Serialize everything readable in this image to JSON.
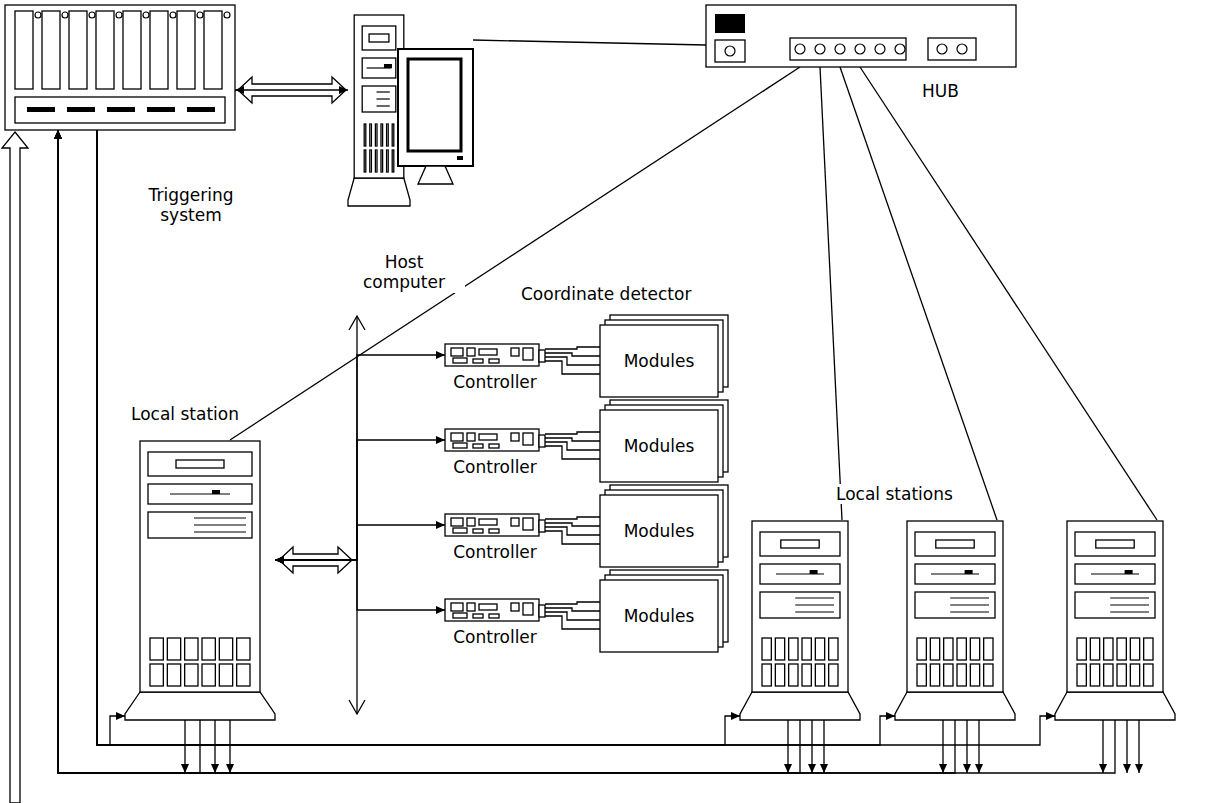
{
  "diagram": {
    "nodes": [
      {
        "text": [
          "Triggering system"
        ]
      },
      {
        "text": [
          "Host computer"
        ]
      },
      {
        "text": [
          "HUB"
        ]
      },
      {
        "text": [
          "Local station"
        ]
      },
      {
        "text": [
          "Controller"
        ]
      },
      {
        "text": [
          "Controller"
        ]
      },
      {
        "text": [
          "Controller"
        ]
      },
      {
        "text": [
          "Controller"
        ]
      },
      {
        "text": [
          "Modules"
        ]
      },
      {
        "text": [
          "Modules"
        ]
      },
      {
        "text": [
          "Modules"
        ]
      },
      {
        "text": [
          "Modules"
        ]
      },
      {
        "text": []
      },
      {
        "text": [
          "Local stations"
        ]
      },
      {
        "text": []
      }
    ],
    "edges": [
      {
        "from": 0,
        "to": 1,
        "arrow": "both"
      },
      {
        "from": 1,
        "to": 2,
        "arrow": "none"
      },
      {
        "from": 2,
        "to": 3,
        "arrow": "none"
      },
      {
        "from": 2,
        "to": 12,
        "arrow": "none"
      },
      {
        "from": 2,
        "to": 13,
        "arrow": "none"
      },
      {
        "from": 2,
        "to": 14,
        "arrow": "none"
      },
      {
        "from": 3,
        "to": 4,
        "arrow": "both"
      },
      {
        "from": 3,
        "to": 5,
        "arrow": "both"
      },
      {
        "from": 3,
        "to": 6,
        "arrow": "both"
      },
      {
        "from": 3,
        "to": 7,
        "arrow": "both"
      },
      {
        "from": 4,
        "to": 8,
        "arrow": "none"
      },
      {
        "from": 5,
        "to": 9,
        "arrow": "none"
      },
      {
        "from": 6,
        "to": 10,
        "arrow": "none"
      },
      {
        "from": 7,
        "to": 11,
        "arrow": "none"
      },
      {
        "from": 0,
        "to": 3,
        "arrow": "to"
      },
      {
        "from": 0,
        "to": 12,
        "arrow": "to"
      },
      {
        "from": 0,
        "to": 13,
        "arrow": "to"
      },
      {
        "from": 0,
        "to": 14,
        "arrow": "to"
      },
      {
        "from": 3,
        "to": 0,
        "arrow": "to"
      },
      {
        "from": 12,
        "to": 0,
        "arrow": "to"
      },
      {
        "from": 13,
        "to": 0,
        "arrow": "to"
      },
      {
        "from": 14,
        "to": 0,
        "arrow": "to"
      }
    ],
    "labels": [
      "Coordinate detector"
    ]
  }
}
